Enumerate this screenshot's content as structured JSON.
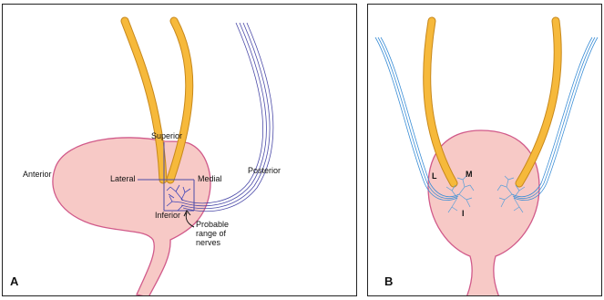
{
  "panel_a": {
    "letter": "A",
    "labels": {
      "anterior": "Anterior",
      "posterior": "Posterior",
      "superior": "Superior",
      "inferior": "Inferior",
      "lateral": "Lateral",
      "medial": "Medial"
    },
    "note_lines": [
      "Probable",
      "range of",
      "nerves"
    ]
  },
  "panel_b": {
    "letter": "B",
    "labels": {
      "l": "L",
      "m": "M",
      "i": "I"
    }
  },
  "colors": {
    "bladder_fill": "#f7c9c6",
    "bladder_stroke": "#d15a8a",
    "ureter_fill": "#f6b93b",
    "ureter_stroke": "#c7881b",
    "nerve_purple": "#4b4aa8",
    "nerve_blue": "#3b8ed6"
  }
}
